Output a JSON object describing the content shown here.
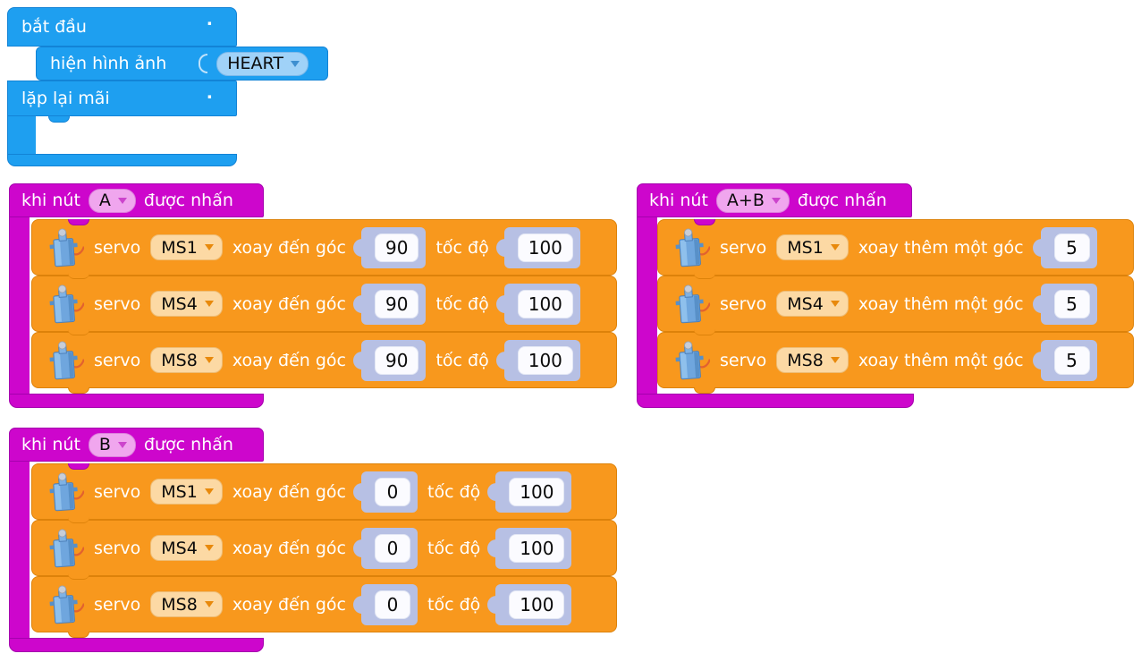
{
  "colors": {
    "block_blue": "#1E9FF0",
    "block_magenta": "#CD06CC",
    "block_orange": "#F8981D",
    "dropdown_blue": "#A0D2F8",
    "dropdown_pink": "#F0A6EE",
    "dropdown_peach": "#FCD9A4",
    "number_socket": "#B7C0E4",
    "number_box": "#FBFBFF"
  },
  "start_group": {
    "start_label": "bắt đầu",
    "start_dot": ".",
    "show_image_label": "hiện hình ảnh",
    "image_value": "HEART",
    "forever_label": "lặp lại mãi",
    "forever_dot": "."
  },
  "button_groups": [
    {
      "prefix": "khi nút",
      "button": "A",
      "suffix": "được nhấn",
      "rows": [
        {
          "servo": "servo",
          "port": "MS1",
          "action": "xoay đến góc",
          "angle": "90",
          "speed_label": "tốc độ",
          "speed": "100"
        },
        {
          "servo": "servo",
          "port": "MS4",
          "action": "xoay đến góc",
          "angle": "90",
          "speed_label": "tốc độ",
          "speed": "100"
        },
        {
          "servo": "servo",
          "port": "MS8",
          "action": "xoay đến góc",
          "angle": "90",
          "speed_label": "tốc độ",
          "speed": "100"
        }
      ]
    },
    {
      "prefix": "khi nút",
      "button": "A+B",
      "suffix": "được nhấn",
      "rows": [
        {
          "servo": "servo",
          "port": "MS1",
          "action": "xoay thêm một góc",
          "angle": "5"
        },
        {
          "servo": "servo",
          "port": "MS4",
          "action": "xoay thêm một góc",
          "angle": "5"
        },
        {
          "servo": "servo",
          "port": "MS8",
          "action": "xoay thêm một góc",
          "angle": "5"
        }
      ]
    },
    {
      "prefix": "khi nút",
      "button": "B",
      "suffix": "được nhấn",
      "rows": [
        {
          "servo": "servo",
          "port": "MS1",
          "action": "xoay đến góc",
          "angle": "0",
          "speed_label": "tốc độ",
          "speed": "100"
        },
        {
          "servo": "servo",
          "port": "MS4",
          "action": "xoay đến góc",
          "angle": "0",
          "speed_label": "tốc độ",
          "speed": "100"
        },
        {
          "servo": "servo",
          "port": "MS8",
          "action": "xoay đến góc",
          "angle": "0",
          "speed_label": "tốc độ",
          "speed": "100"
        }
      ]
    }
  ]
}
